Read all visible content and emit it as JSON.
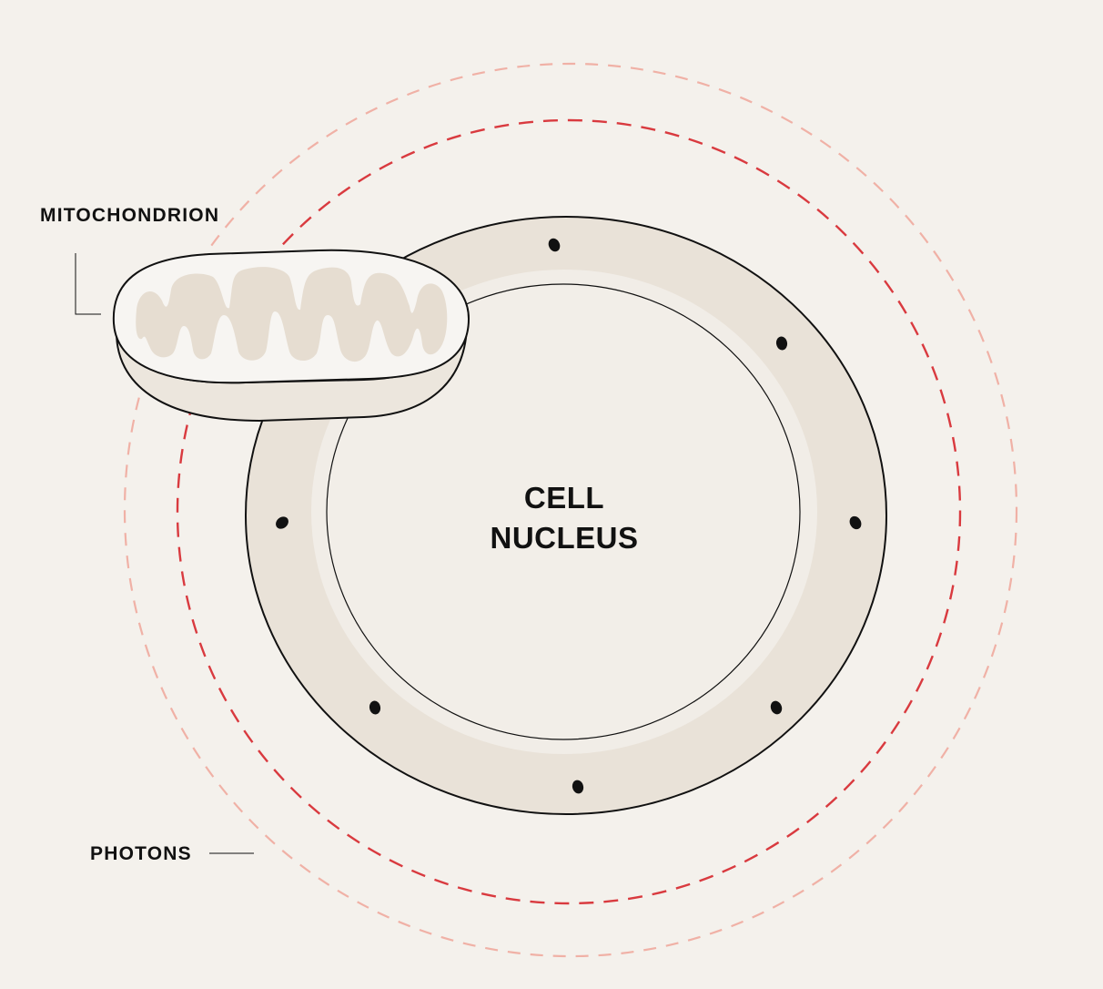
{
  "labels": {
    "mitochondrion": "MITOCHONDRION",
    "nucleus_line1": "CELL",
    "nucleus_line2": "NUCLEUS",
    "photons": "PHOTONS"
  },
  "colors": {
    "background": "#f4f1ec",
    "nucleus_envelope": "#e9e2d8",
    "nucleus_inner": "#f2eee8",
    "photon_inner_ring": "#d93a3f",
    "photon_outer_ring": "#f0b1a6",
    "outline": "#111111",
    "mitochondrion_body": "#f7f5f2",
    "mitochondrion_cristae": "#e6ddd1"
  },
  "nuclear_pore_count": 8
}
